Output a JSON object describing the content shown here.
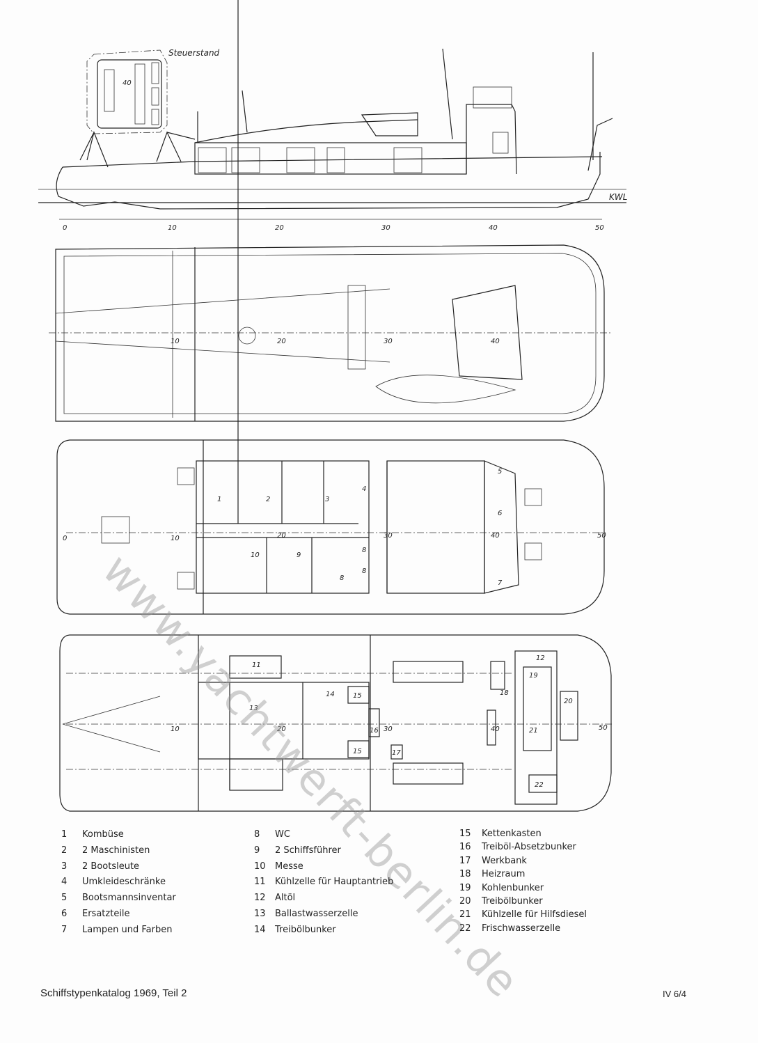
{
  "drawing": {
    "side_view": {
      "inset_label": "Steuerstand",
      "inset_number": "40",
      "waterline_label": "KWL",
      "frames": [
        "0",
        "10",
        "20",
        "30",
        "40",
        "50"
      ]
    },
    "main_deck": {
      "frames": [
        "10",
        "20",
        "30",
        "40"
      ]
    },
    "accommodation_deck": {
      "frames": [
        "0",
        "10",
        "20",
        "30",
        "40",
        "50"
      ],
      "rooms": [
        "1",
        "2",
        "3",
        "4",
        "5",
        "6",
        "7",
        "8",
        "8",
        "8",
        "9",
        "10"
      ]
    },
    "hold_deck": {
      "frames": [
        "10",
        "20",
        "30",
        "40",
        "50"
      ],
      "rooms": [
        "11",
        "12",
        "13",
        "14",
        "15",
        "15",
        "16",
        "17",
        "18",
        "19",
        "20",
        "21",
        "22"
      ]
    }
  },
  "legend": {
    "col1": [
      {
        "n": "1",
        "t": "Kombüse"
      },
      {
        "n": "2",
        "t": "2 Maschinisten"
      },
      {
        "n": "3",
        "t": "2 Bootsleute"
      },
      {
        "n": "4",
        "t": "Umkleideschränke"
      },
      {
        "n": "5",
        "t": "Bootsmannsinventar"
      },
      {
        "n": "6",
        "t": "Ersatzteile"
      },
      {
        "n": "7",
        "t": "Lampen und Farben"
      }
    ],
    "col2": [
      {
        "n": "8",
        "t": "WC"
      },
      {
        "n": "9",
        "t": "2 Schiffsführer"
      },
      {
        "n": "10",
        "t": "Messe"
      },
      {
        "n": "11",
        "t": "Kühlzelle für Hauptantrieb"
      },
      {
        "n": "12",
        "t": "Altöl"
      },
      {
        "n": "13",
        "t": "Ballastwasserzelle"
      },
      {
        "n": "14",
        "t": "Treibölbunker"
      }
    ],
    "col3": [
      {
        "n": "15",
        "t": "Kettenkasten"
      },
      {
        "n": "16",
        "t": "Treiböl-Absetzbunker"
      },
      {
        "n": "17",
        "t": "Werkbank"
      },
      {
        "n": "18",
        "t": "Heizraum"
      },
      {
        "n": "19",
        "t": "Kohlenbunker"
      },
      {
        "n": "20",
        "t": "Treibölbunker"
      },
      {
        "n": "21",
        "t": "Kühlzelle für Hilfsdiesel"
      },
      {
        "n": "22",
        "t": "Frischwasserzelle"
      }
    ]
  },
  "footer": {
    "catalog": "Schiffstypenkatalog 1969, Teil 2",
    "page": "IV 6/4"
  },
  "watermark": "www.yachtwerft-berlin.de"
}
